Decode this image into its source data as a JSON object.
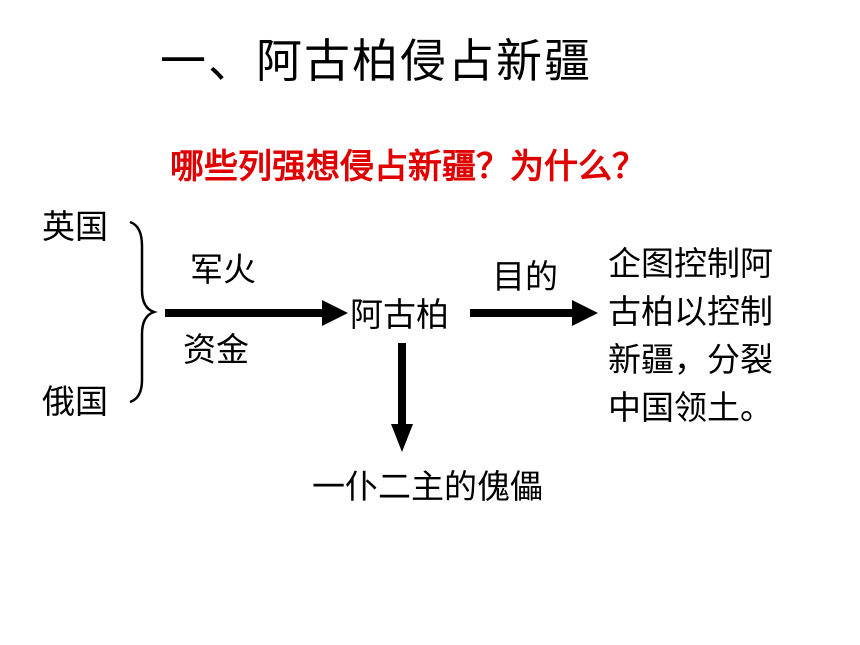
{
  "title": "一、阿古柏侵占新疆",
  "question": "哪些列强想侵占新疆？为什么？",
  "powers": [
    "英国",
    "俄国"
  ],
  "supplies": [
    "军火",
    "资金"
  ],
  "center": "阿古柏",
  "purpose_label": "目的",
  "purpose_lines": [
    "企图控制阿",
    "古柏以控制",
    "新疆，分裂",
    "中国领土。"
  ],
  "result": "一仆二主的傀儡",
  "colors": {
    "question": "#e00000",
    "text": "#000000"
  }
}
